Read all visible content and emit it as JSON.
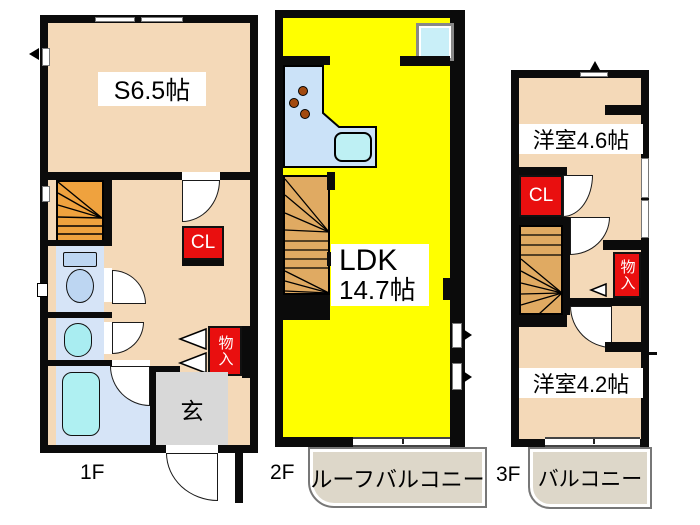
{
  "f1": {
    "label": "1F",
    "room": "S6.5帖",
    "cl": "CL",
    "mono": "物入",
    "genkan": "玄"
  },
  "f2": {
    "label": "2F",
    "ldk": "LDK",
    "ldk_size": "14.7帖",
    "balcony": "ルーフバルコニー"
  },
  "f3": {
    "label": "3F",
    "room_upper": "洋室4.6帖",
    "cl": "CL",
    "mono": "物入",
    "room_lower": "洋室4.2帖",
    "balcony": "バルコニー"
  },
  "colors": {
    "wall": "#0B0B0B",
    "room_floor": "#F4D9B8",
    "ldk_floor": "#FFFF00",
    "wet_floor": "#D6E4F7",
    "fixture_cyan": "#AFF0F2",
    "kitchen_counter": "#CBE2F8",
    "closet_red": "#E90F0F",
    "stairs_1f": "#EFA23E",
    "stairs_upper": "#E0AA62",
    "genkan_gray": "#D8D8D8",
    "balcony_gray": "#DDD7C9"
  }
}
